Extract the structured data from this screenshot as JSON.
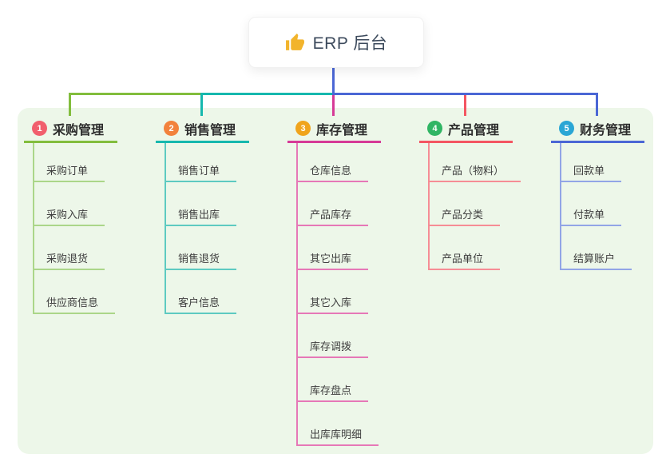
{
  "root": {
    "label": "ERP 后台",
    "icon": "thumbs-up-icon",
    "icon_color": "#f2b42c",
    "card_bg": "#ffffff",
    "text_color": "#3c4a5c"
  },
  "canvas": {
    "page_bg": "#ffffff",
    "panel_bg": "#edf7e9",
    "stem_color": "#4b67d5"
  },
  "branches": [
    {
      "number": "1",
      "label": "采购管理",
      "badge_color": "#f15f6d",
      "line_color": "#82bd3d",
      "light_color": "#abd689",
      "children": [
        "采购订单",
        "采购入库",
        "采购退货",
        "供应商信息"
      ]
    },
    {
      "number": "2",
      "label": "销售管理",
      "badge_color": "#f2823c",
      "line_color": "#16b8ae",
      "light_color": "#5ecac1",
      "children": [
        "销售订单",
        "销售出库",
        "销售退货",
        "客户信息"
      ]
    },
    {
      "number": "3",
      "label": "库存管理",
      "badge_color": "#f0a41c",
      "line_color": "#d63a97",
      "light_color": "#e678b7",
      "children": [
        "仓库信息",
        "产品库存",
        "其它出库",
        "其它入库",
        "库存调拨",
        "库存盘点",
        "出库库明细"
      ]
    },
    {
      "number": "4",
      "label": "产品管理",
      "badge_color": "#30b564",
      "line_color": "#f45662",
      "light_color": "#f68d95",
      "children": [
        "产品（物料）",
        "产品分类",
        "产品单位"
      ]
    },
    {
      "number": "5",
      "label": "财务管理",
      "badge_color": "#2aa6d5",
      "line_color": "#4b67d5",
      "light_color": "#92a5e6",
      "children": [
        "回款单",
        "付款单",
        "结算账户"
      ]
    }
  ]
}
